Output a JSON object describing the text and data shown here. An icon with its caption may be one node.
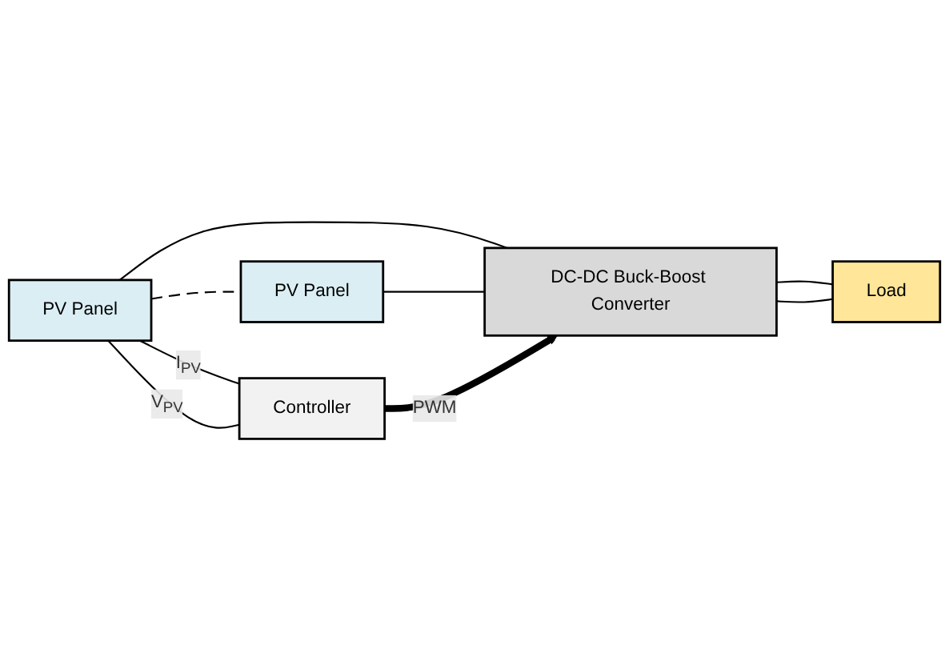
{
  "diagram": {
    "nodes": [
      {
        "text": [
          "PV Panel"
        ]
      },
      {
        "text": [
          "PV Panel"
        ]
      },
      {
        "text": [
          "DC-DC Buck-Boost Converter"
        ]
      },
      {
        "text": [
          "Load"
        ]
      },
      {
        "text": [
          "Controller"
        ]
      }
    ],
    "edges": [
      {
        "from": 0,
        "to": 2,
        "arrow": "none"
      },
      {
        "from": 1,
        "to": 2,
        "arrow": "none"
      },
      {
        "from": 0,
        "to": 1,
        "arrow": "none",
        "style": "dashed"
      },
      {
        "from": 2,
        "to": 3,
        "arrow": "none"
      },
      {
        "from": 2,
        "to": 3,
        "arrow": "none"
      },
      {
        "from": 4,
        "to": 2,
        "arrow": "to",
        "style": "thick",
        "label": "PWM"
      },
      {
        "from": 0,
        "to": 4,
        "arrow": "none",
        "label": "I$_{PV}$"
      },
      {
        "from": 0,
        "to": 4,
        "arrow": "none",
        "label": "V$_{PV}$"
      }
    ]
  }
}
